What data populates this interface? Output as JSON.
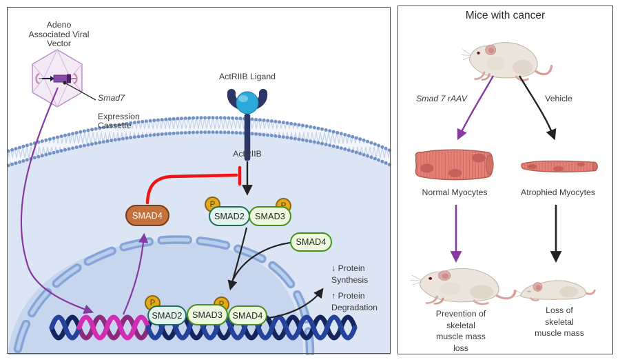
{
  "left_panel": {
    "aav_label": "Adeno\nAssociated Viral\nVector",
    "cassette_gene": "Smad7",
    "cassette_label": "Expression\nCassette",
    "ligand_label": "ActRIIB Ligand",
    "receptor_label": "ActRIIB",
    "smad4_cytoplasm": "SMAD4",
    "smad2_cytoplasm": "SMAD2",
    "smad3_cytoplasm": "SMAD3",
    "smad4_free": "SMAD4",
    "smad2_dna": "SMAD2",
    "smad3_dna": "SMAD3",
    "smad4_dna": "SMAD4",
    "phosphate": "P",
    "effect_synthesis": "↓ Protein\nSynthesis",
    "effect_degradation": "↑ Protein\nDegradation"
  },
  "right_panel": {
    "title": "Mice with cancer",
    "treatment_left": "Smad 7 rAAV",
    "treatment_right": "Vehicle",
    "myocytes_left": "Normal Myocytes",
    "myocytes_right": "Atrophied Myocytes",
    "outcome_left": "Prevention of\nskeletal\nmuscle mass\nloss",
    "outcome_right": "Loss of\nskeletal\nmuscle mass"
  },
  "colors": {
    "inhibition_red": "#f01414",
    "smad7_arrow_purple": "#8639a0",
    "smad4_orange": "#c4713c",
    "smad2_teal_fill": "#e3f4ec",
    "smad2_teal_border": "#1d6e5f",
    "smad_green_fill": "#edf8de",
    "smad_green_border": "#45901f",
    "phosphate_gold": "#e2a91c",
    "dna_navy": "#26439c",
    "dna_navy_dark": "#13255c",
    "dna_magenta": "#d02cb4",
    "dna_magenta_dark": "#8c2a7c",
    "membrane_blue": "#7292c4",
    "cytoplasm_blue": "#dbe5f4",
    "nucleus_blue": "#c7d5ee",
    "muscle_pink": "#e28278",
    "mouse_cream": "#ebe5dc"
  }
}
